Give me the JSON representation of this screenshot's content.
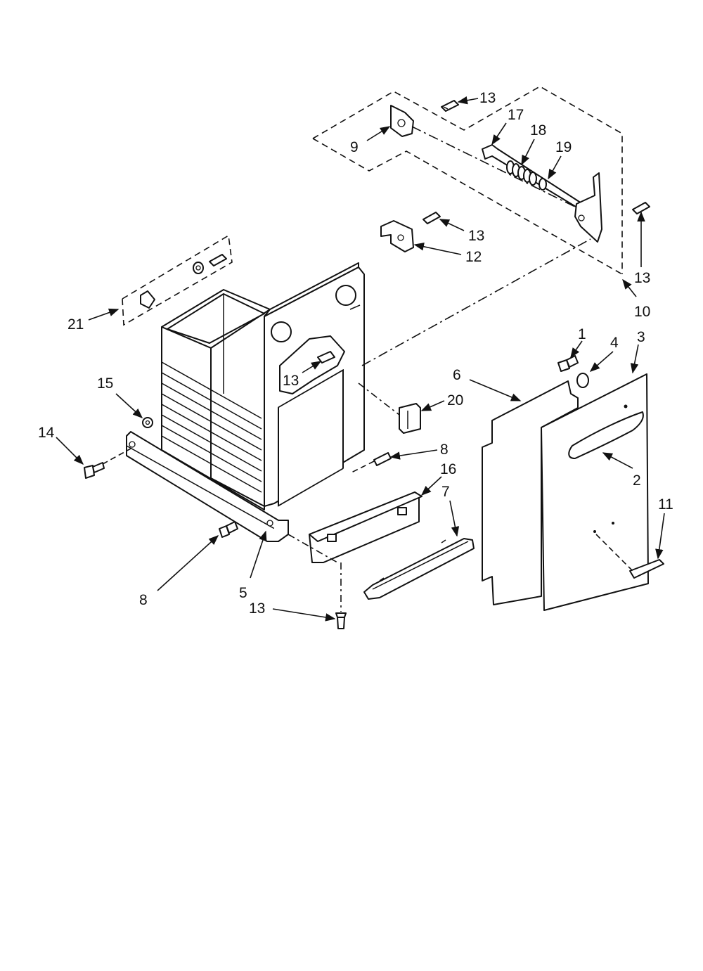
{
  "callouts": [
    {
      "id": "c13a",
      "text": "13"
    },
    {
      "id": "c17",
      "text": "17"
    },
    {
      "id": "c18",
      "text": "18"
    },
    {
      "id": "c19",
      "text": "19"
    },
    {
      "id": "c9",
      "text": "9"
    },
    {
      "id": "c13b",
      "text": "13"
    },
    {
      "id": "c12",
      "text": "12"
    },
    {
      "id": "c13c",
      "text": "13"
    },
    {
      "id": "c10",
      "text": "10"
    },
    {
      "id": "c21",
      "text": "21"
    },
    {
      "id": "c1",
      "text": "1"
    },
    {
      "id": "c4",
      "text": "4"
    },
    {
      "id": "c3",
      "text": "3"
    },
    {
      "id": "c6",
      "text": "6"
    },
    {
      "id": "c13d",
      "text": "13"
    },
    {
      "id": "c15",
      "text": "15"
    },
    {
      "id": "c20",
      "text": "20"
    },
    {
      "id": "c14",
      "text": "14"
    },
    {
      "id": "c8a",
      "text": "8"
    },
    {
      "id": "c16",
      "text": "16"
    },
    {
      "id": "c7",
      "text": "7"
    },
    {
      "id": "c2",
      "text": "2"
    },
    {
      "id": "c11",
      "text": "11"
    },
    {
      "id": "c8b",
      "text": "8"
    },
    {
      "id": "c5",
      "text": "5"
    },
    {
      "id": "c13e",
      "text": "13"
    }
  ]
}
